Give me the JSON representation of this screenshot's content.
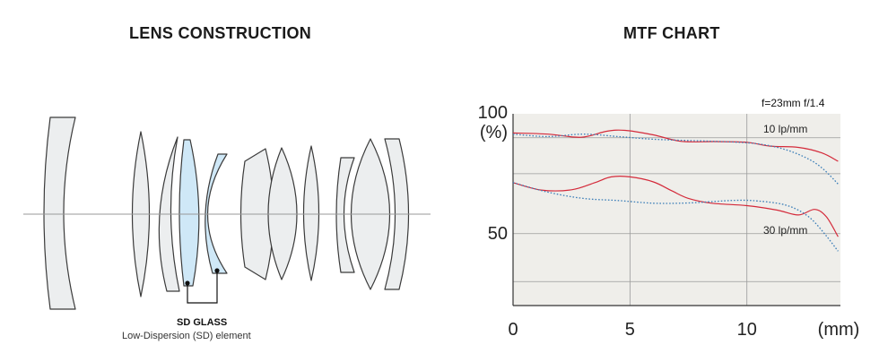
{
  "lens": {
    "title": "LENS CONSTRUCTION",
    "sd_label": "SD GLASS",
    "sd_description": "Low-Dispersion (SD) element"
  },
  "mtf": {
    "title": "MTF CHART",
    "lens_spec": "f=23mm f/1.4",
    "curve_labels": [
      "10 lp/mm",
      "30 lp/mm"
    ]
  },
  "colors": {
    "sagittal": "#d42a3a",
    "meridional": "#3d7fb8",
    "chart_bg": "#efeeea",
    "sd_glass": "#cfe8f7",
    "glass": "#eceeef"
  },
  "chart_data": {
    "type": "line",
    "title": "MTF CHART",
    "xlabel": "(mm)",
    "ylabel": "(%)",
    "xlim": [
      0,
      14
    ],
    "ylim": [
      20,
      100
    ],
    "x_ticks": [
      0,
      5,
      10
    ],
    "y_ticks": [
      50,
      100
    ],
    "grid": true,
    "series": [
      {
        "name": "10 lp/mm",
        "style": "solid",
        "color": "#d42a3a",
        "points": [
          [
            0,
            92
          ],
          [
            1.5,
            91.5
          ],
          [
            2.9,
            90.2
          ],
          [
            4,
            92.7
          ],
          [
            4.8,
            93.1
          ],
          [
            6,
            91.2
          ],
          [
            7.2,
            88.5
          ],
          [
            8.6,
            88.4
          ],
          [
            10,
            88.1
          ],
          [
            11,
            86.5
          ],
          [
            12.2,
            86
          ],
          [
            13.2,
            83.7
          ],
          [
            13.9,
            80.2
          ]
        ]
      },
      {
        "name": "10 lp/mm",
        "style": "dotted",
        "color": "#3d7fb8",
        "points": [
          [
            0,
            91.5
          ],
          [
            1.5,
            90.5
          ],
          [
            3,
            91.5
          ],
          [
            4.5,
            90.5
          ],
          [
            6,
            89.4
          ],
          [
            8,
            88.7
          ],
          [
            9.5,
            88.2
          ],
          [
            10.6,
            87.3
          ],
          [
            11.6,
            85.2
          ],
          [
            12.5,
            81.8
          ],
          [
            13.2,
            77.5
          ],
          [
            13.9,
            70.7
          ]
        ]
      },
      {
        "name": "30 lp/mm",
        "style": "solid",
        "color": "#d42a3a",
        "points": [
          [
            0,
            71.3
          ],
          [
            1.2,
            68.2
          ],
          [
            2.5,
            68.3
          ],
          [
            3.5,
            71.3
          ],
          [
            4.2,
            73.7
          ],
          [
            5,
            73.7
          ],
          [
            6,
            71.6
          ],
          [
            6.8,
            67.8
          ],
          [
            7.5,
            64.7
          ],
          [
            8.5,
            62.7
          ],
          [
            10,
            61.7
          ],
          [
            11.3,
            59.8
          ],
          [
            12.2,
            57.8
          ],
          [
            12.9,
            60.1
          ],
          [
            13.4,
            57
          ],
          [
            13.9,
            48.7
          ]
        ]
      },
      {
        "name": "30 lp/mm",
        "style": "dotted",
        "color": "#3d7fb8",
        "points": [
          [
            0,
            71.3
          ],
          [
            1.5,
            67.3
          ],
          [
            3,
            64.7
          ],
          [
            4.5,
            63.8
          ],
          [
            6,
            62.7
          ],
          [
            7.5,
            62.8
          ],
          [
            9.5,
            63.9
          ],
          [
            10.5,
            63.6
          ],
          [
            11.5,
            62.3
          ],
          [
            12.2,
            59.8
          ],
          [
            12.8,
            55.7
          ],
          [
            13.4,
            49
          ],
          [
            13.9,
            42.7
          ]
        ]
      }
    ]
  }
}
